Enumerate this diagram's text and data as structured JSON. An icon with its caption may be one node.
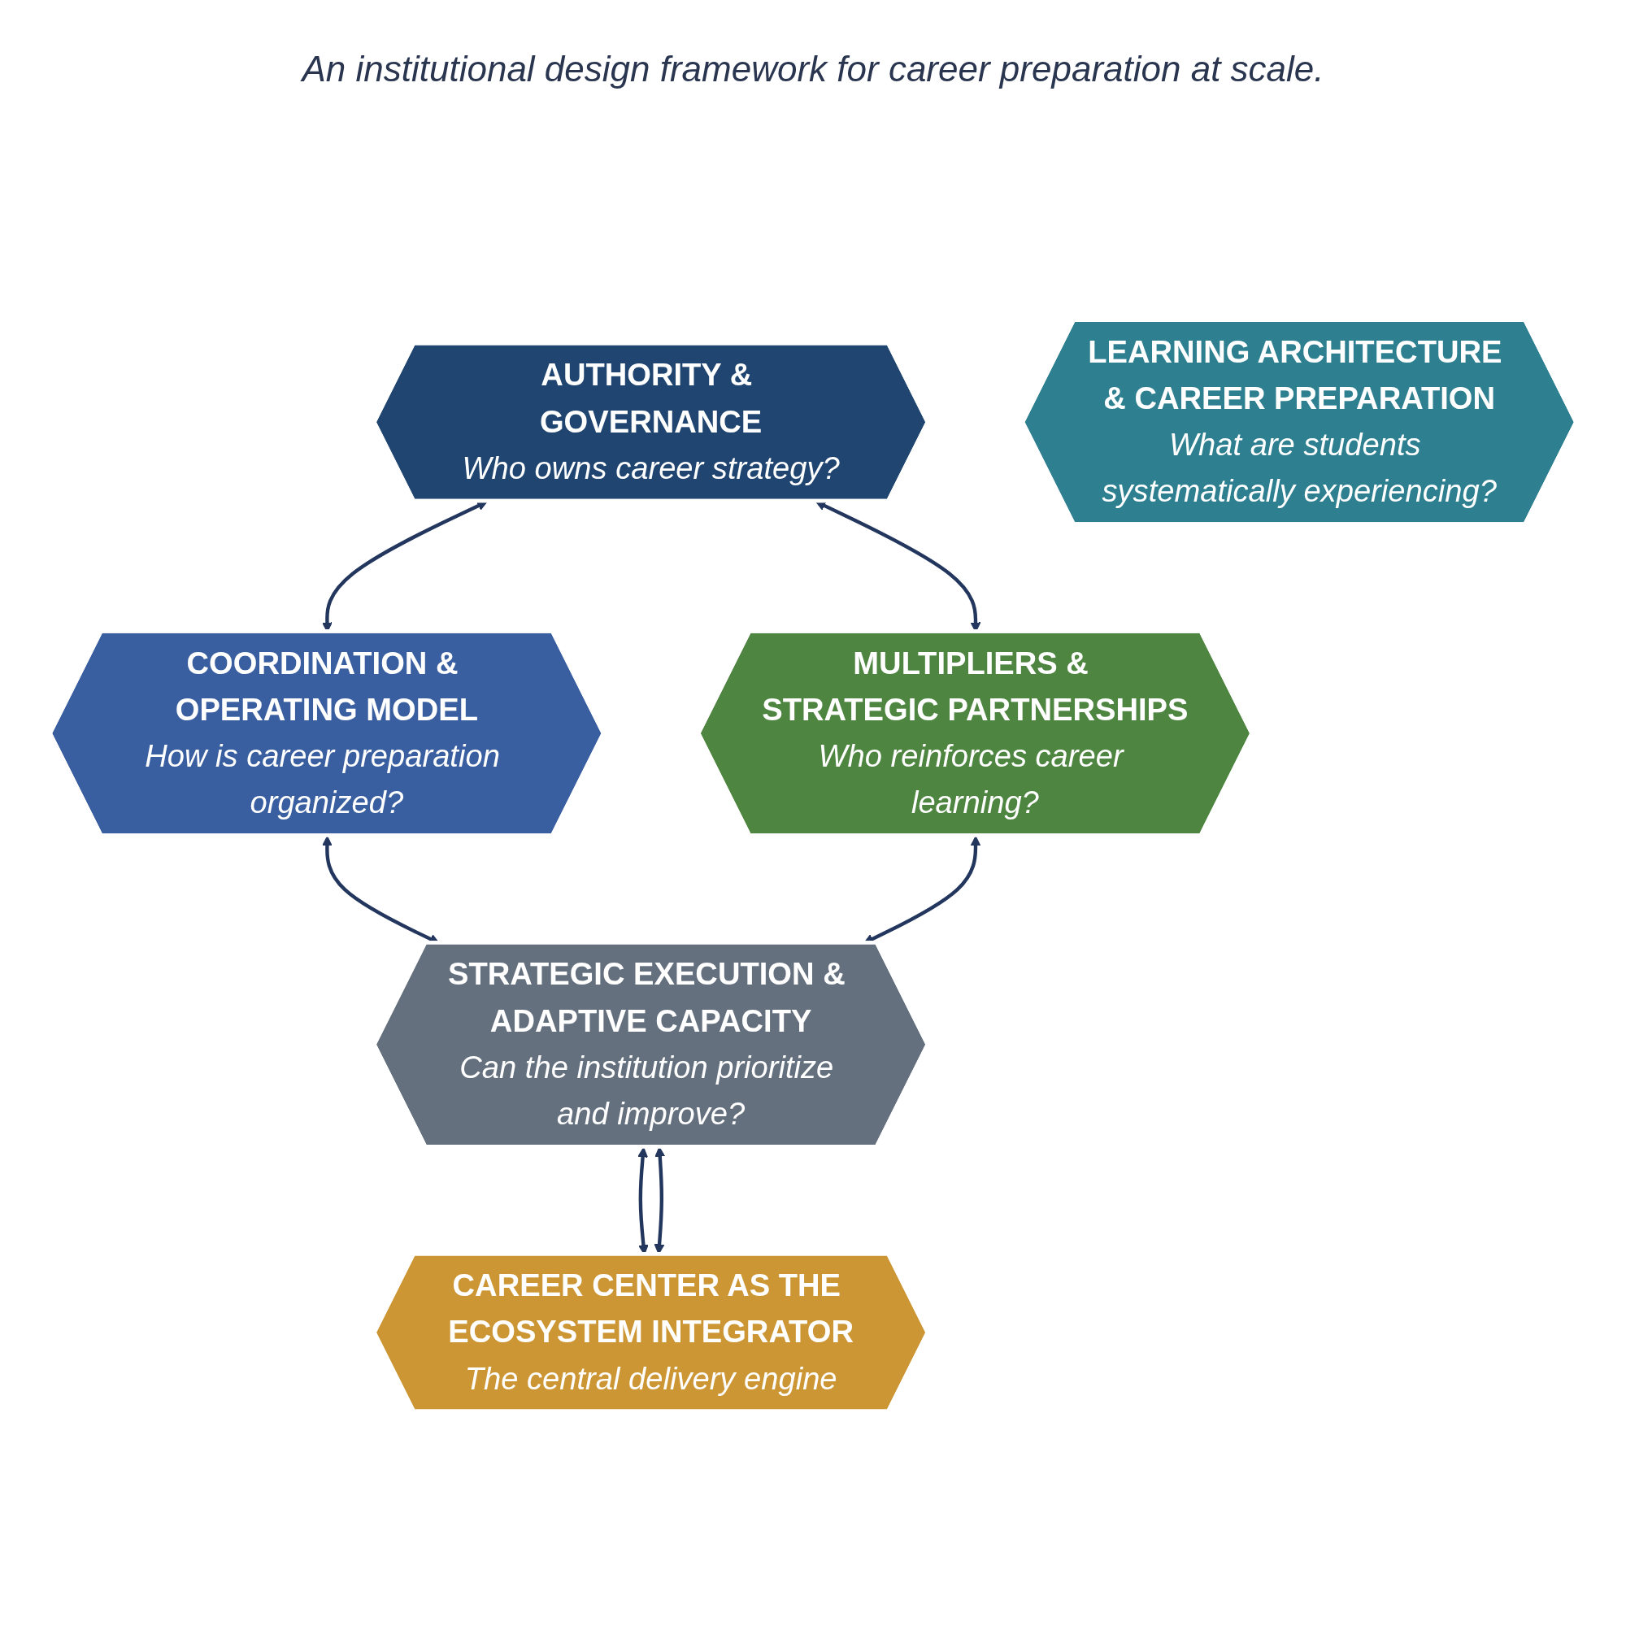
{
  "diagram": {
    "nodes": [
      {
        "text": [
          "AUTHORITY & GOVERNANCE",
          "Who owns career strategy?"
        ]
      },
      {
        "text": [
          "COORDINATION & OPERATING MODEL",
          "How is career preparation organized?"
        ]
      },
      {
        "text": [
          "MULTIPLIERS & STRATEGIC PARTNERSHIPS",
          "Who reinforces career learning?"
        ]
      },
      {
        "text": [
          "LEARNING ARCHITECTURE & CAREER PREPARATION",
          "What are students systematically experiencing?"
        ]
      },
      {
        "text": [
          "STRATEGIC EXECUTION & ADAPTIVE CAPACITY",
          "Can the institution prioritize and improve?"
        ]
      },
      {
        "text": [
          "CAREER CENTER AS THE ECOSYSTEM INTEGRATOR",
          "The central delivery engine"
        ]
      }
    ],
    "edges": [
      {
        "from": 0,
        "to": 1,
        "arrow": "both"
      },
      {
        "from": 0,
        "to": 2,
        "arrow": "both"
      },
      {
        "from": 1,
        "to": 4,
        "arrow": "both"
      },
      {
        "from": 2,
        "to": 4,
        "arrow": "both"
      },
      {
        "from": 4,
        "to": 5,
        "arrow": "both"
      },
      {
        "from": 5,
        "to": 4,
        "arrow": "both"
      }
    ],
    "labels": [
      "An institutional design framework for career preparation at scale."
    ]
  }
}
